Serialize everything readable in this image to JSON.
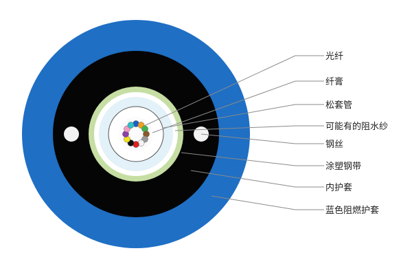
{
  "labels": [
    {
      "key": "fiber",
      "text": "光纤"
    },
    {
      "key": "gel",
      "text": "纤膏"
    },
    {
      "key": "loose_tube",
      "text": "松套管"
    },
    {
      "key": "water_block",
      "text": "可能有的阻水纱"
    },
    {
      "key": "steel_wire",
      "text": "钢丝"
    },
    {
      "key": "steel_tape",
      "text": "涂塑钢带"
    },
    {
      "key": "inner_sheath",
      "text": "内护套"
    },
    {
      "key": "outer_sheath",
      "text": "蓝色阻燃护套"
    }
  ],
  "colors": {
    "outer_sheath": "#1f6fc4",
    "inner_sheath": "#050505",
    "steel_tape": "#c6dea3",
    "water_block": "#ffffff",
    "loose_tube": "#e3f1f8",
    "leader_line": "#8a8a8a",
    "steel_wire": "#f2f2f2"
  },
  "fibers": [
    {
      "color": "#1b5fc4"
    },
    {
      "color": "#f0a020"
    },
    {
      "color": "#39b54a"
    },
    {
      "color": "#8b5a2b"
    },
    {
      "color": "#9a9a9a"
    },
    {
      "color": "#f4f4f4"
    },
    {
      "color": "#e02020"
    },
    {
      "color": "#111111"
    },
    {
      "color": "#f2e21a"
    },
    {
      "color": "#8e3fa8"
    },
    {
      "color": "#f29ac4"
    },
    {
      "color": "#2fc0c8"
    }
  ]
}
